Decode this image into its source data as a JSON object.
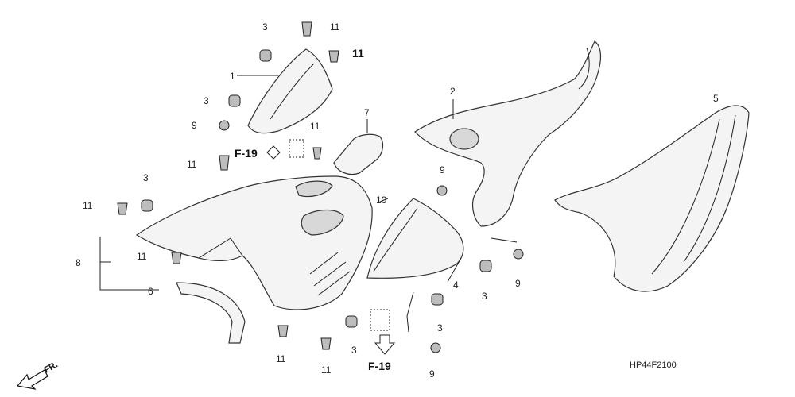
{
  "diagram": {
    "code": "HP44F2100",
    "front_marker": "FR.",
    "ref_label": "F-19",
    "callouts": {
      "c1": "1",
      "c2": "2",
      "c3a": "3",
      "c3b": "3",
      "c3c": "3",
      "c3d": "3",
      "c3e": "3",
      "c3f": "3",
      "c4": "4",
      "c5": "5",
      "c6": "6",
      "c7": "7",
      "c8": "8",
      "c9a": "9",
      "c9b": "9",
      "c9c": "9",
      "c9d": "9",
      "c10": "10",
      "c11a": "11",
      "c11b": "11",
      "c11c": "11",
      "c11d": "11",
      "c11e": "11",
      "c11f": "11",
      "c11g": "11",
      "c11h": "11"
    }
  }
}
